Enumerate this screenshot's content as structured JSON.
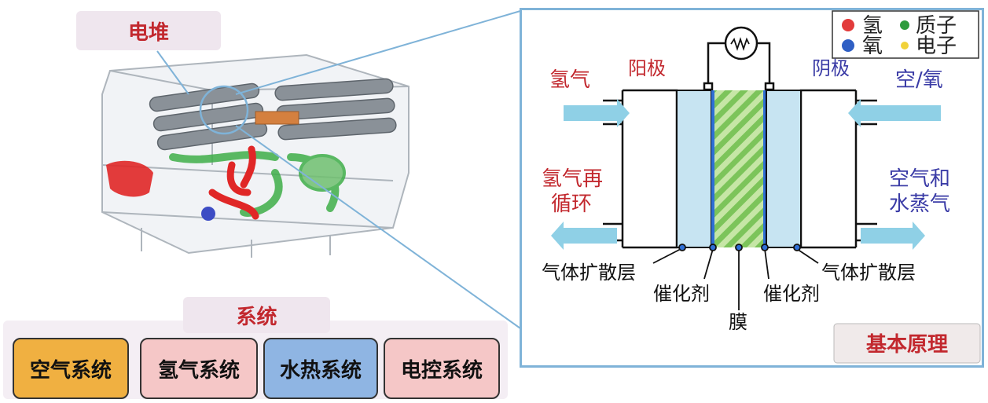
{
  "stack_label": "电堆",
  "system_label": "系统",
  "systems": [
    {
      "label": "空气系统",
      "color": "#f0b041"
    },
    {
      "label": "氢气系统",
      "color": "#f5c7c7"
    },
    {
      "label": "水热系统",
      "color": "#8fb5e3"
    },
    {
      "label": "电控系统",
      "color": "#f5c7c7"
    }
  ],
  "legend": [
    {
      "label": "氢",
      "color": "#e23b3b"
    },
    {
      "label": "质子",
      "color": "#2f9c3d"
    },
    {
      "label": "氧",
      "color": "#2f5fc4"
    },
    {
      "label": "电子",
      "color": "#f1d23a"
    }
  ],
  "diagram": {
    "anode": "阳极",
    "cathode": "阴极",
    "hydrogen_in": "氢气",
    "air_in": "空/氧",
    "hydrogen_recycle": [
      "氢气再",
      "循环"
    ],
    "air_out": [
      "空气和",
      "水蒸气"
    ],
    "gdl_left": "气体扩散层",
    "gdl_right": "气体扩散层",
    "catalyst_left": "催化剂",
    "catalyst_right": "催化剂",
    "membrane": "膜",
    "principle": "基本原理"
  }
}
